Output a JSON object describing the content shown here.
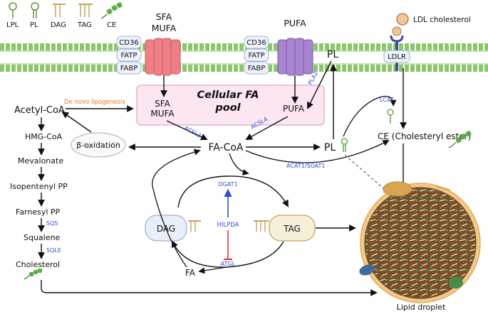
{
  "legend": {
    "items": [
      {
        "label": "LPL"
      },
      {
        "label": "PL"
      },
      {
        "label": "DAG"
      },
      {
        "label": "TAG"
      },
      {
        "label": "CE"
      }
    ],
    "ldl_label": "LDL cholesterol"
  },
  "membrane": {
    "transporters": [
      "CD36",
      "FATP",
      "FABP"
    ],
    "sfa_label_1": "SFA",
    "sfa_label_2": "MUFA",
    "pufa_label": "PUFA",
    "ldlr_label": "LDLR"
  },
  "pool": {
    "title_1": "Cellular FA",
    "title_2": "pool",
    "sfa_1": "SFA",
    "sfa_2": "MUFA",
    "pufa": "PUFA"
  },
  "nodes": {
    "acetyl_coa": "Acetyl-CoA",
    "hmg_coa": "HMG-CoA",
    "mevalonate": "Mevalonate",
    "isopentenyl_pp": "Isopentenyl PP",
    "farnesyl_pp": "Farnesyl PP",
    "squalene": "Squalene",
    "cholesterol": "Cholesterol",
    "beta_oxidation": "β-oxidation",
    "fa_coa": "FA-CoA",
    "pl_top": "PL",
    "pl_mid": "PL",
    "ce": "CE (Cholesteryl ester)",
    "dag": "DAG",
    "tag": "TAG",
    "fa": "FA",
    "lipid_droplet": "Lipid droplet"
  },
  "enzymes": {
    "de_novo": "De novo lipogenesis",
    "acsl3": "ACSL3",
    "acsl4": "ACSL4",
    "pla2": "PLA2",
    "lcat": "LCAT",
    "acat": "ACAT1/SOAT1",
    "dgat1": "DGAT1",
    "hilpda": "HILPDA",
    "atgl": "ATGL",
    "sqs": "SQS",
    "sqle": "SQLE"
  },
  "colors": {
    "membrane": "#8cc66a",
    "pool_fill": "#fbe6f1",
    "pool_stroke": "#e3a9c9",
    "sfa_channel": "#ef7f86",
    "pufa_channel": "#a784cf",
    "enzyme": "#2b4fd6",
    "lipogenesis": "#e8731e",
    "droplet": "#8a5a2c",
    "droplet_rim": "#f1c989"
  }
}
